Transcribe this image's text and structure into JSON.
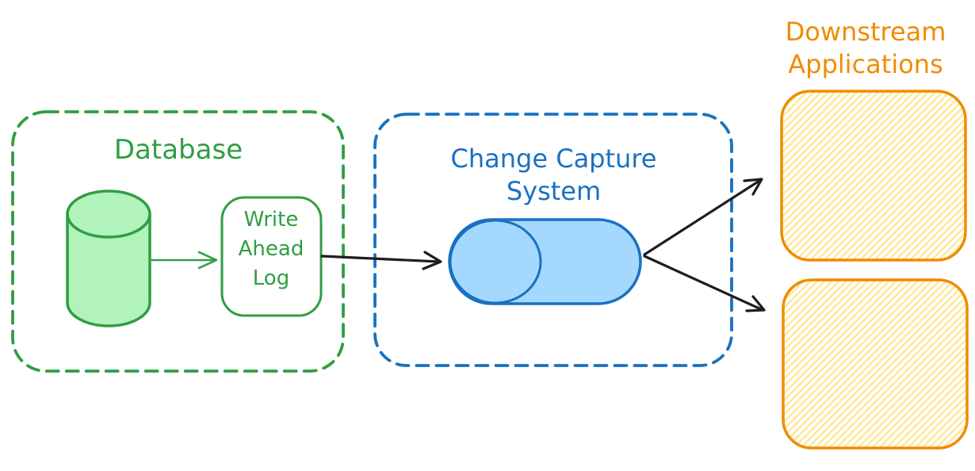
{
  "diagram": {
    "style": "hand-drawn whiteboard sketch",
    "labels": {
      "database": "Database",
      "wal": "Write\nAhead\nLog",
      "change_capture": "Change Capture\nSystem",
      "downstream": "Downstream\nApplications"
    },
    "nodes": [
      {
        "id": "database-group",
        "type": "dashed-container",
        "label": "Database",
        "color_role": "green"
      },
      {
        "id": "database-cylinder",
        "type": "database-cylinder",
        "label": "",
        "color_role": "green"
      },
      {
        "id": "write-ahead-log",
        "type": "rounded-box",
        "label": "Write Ahead Log",
        "color_role": "green"
      },
      {
        "id": "change-capture-group",
        "type": "dashed-container",
        "label": "Change Capture System",
        "color_role": "blue"
      },
      {
        "id": "change-capture-queue",
        "type": "horizontal-cylinder",
        "label": "",
        "color_role": "blue"
      },
      {
        "id": "downstream-app-1",
        "type": "hatched-rounded-box",
        "label": "",
        "color_role": "orange"
      },
      {
        "id": "downstream-app-2",
        "type": "hatched-rounded-box",
        "label": "",
        "color_role": "orange"
      }
    ],
    "edges": [
      {
        "from": "database-cylinder",
        "to": "write-ahead-log",
        "color_role": "green",
        "style": "arrow"
      },
      {
        "from": "write-ahead-log",
        "to": "change-capture-queue",
        "color_role": "black",
        "style": "arrow"
      },
      {
        "from": "change-capture-queue",
        "to": "downstream-app-1",
        "color_role": "black",
        "style": "arrow"
      },
      {
        "from": "change-capture-queue",
        "to": "downstream-app-2",
        "color_role": "black",
        "style": "arrow"
      }
    ],
    "colors": {
      "green_stroke": "#2f9e44",
      "green_fill": "#b2f2bb",
      "blue_stroke": "#1971c2",
      "blue_fill": "#a5d8ff",
      "orange_stroke": "#f08c00",
      "hatch_yellow": "#ffd43b",
      "arrow_black": "#1e1e1e",
      "background": "#ffffff"
    }
  }
}
